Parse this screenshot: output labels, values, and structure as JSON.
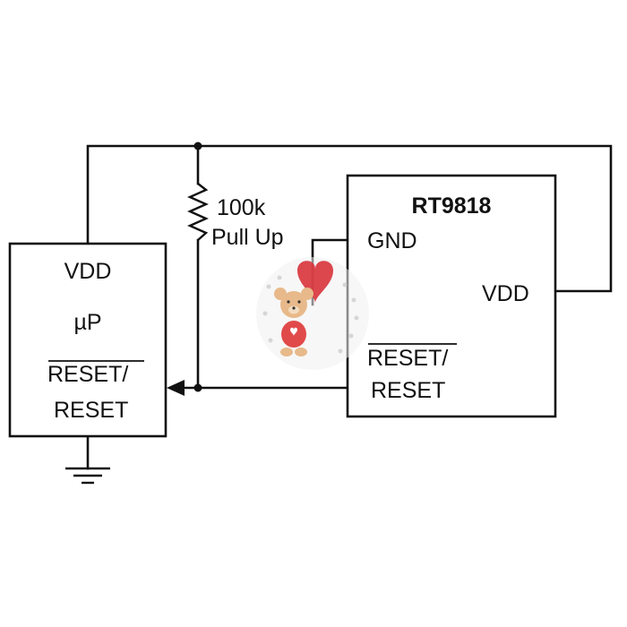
{
  "mcu": {
    "vdd_label": "VDD",
    "name": "µP",
    "reset_label_line1": "RESET/",
    "reset_label_line2": "RESET"
  },
  "resistor": {
    "value": "100k",
    "description": "Pull Up"
  },
  "ic": {
    "name": "RT9818",
    "gnd_label": "GND",
    "vdd_label": "VDD",
    "reset_label_line1": "RESET/",
    "reset_label_line2": "RESET"
  },
  "colors": {
    "wire": "#111111",
    "heart": "#d9363e",
    "bear": "#e8b98a"
  },
  "icons": [
    "ground-symbol-icon",
    "resistor-icon",
    "arrow-icon",
    "teddy-bear-icon"
  ]
}
